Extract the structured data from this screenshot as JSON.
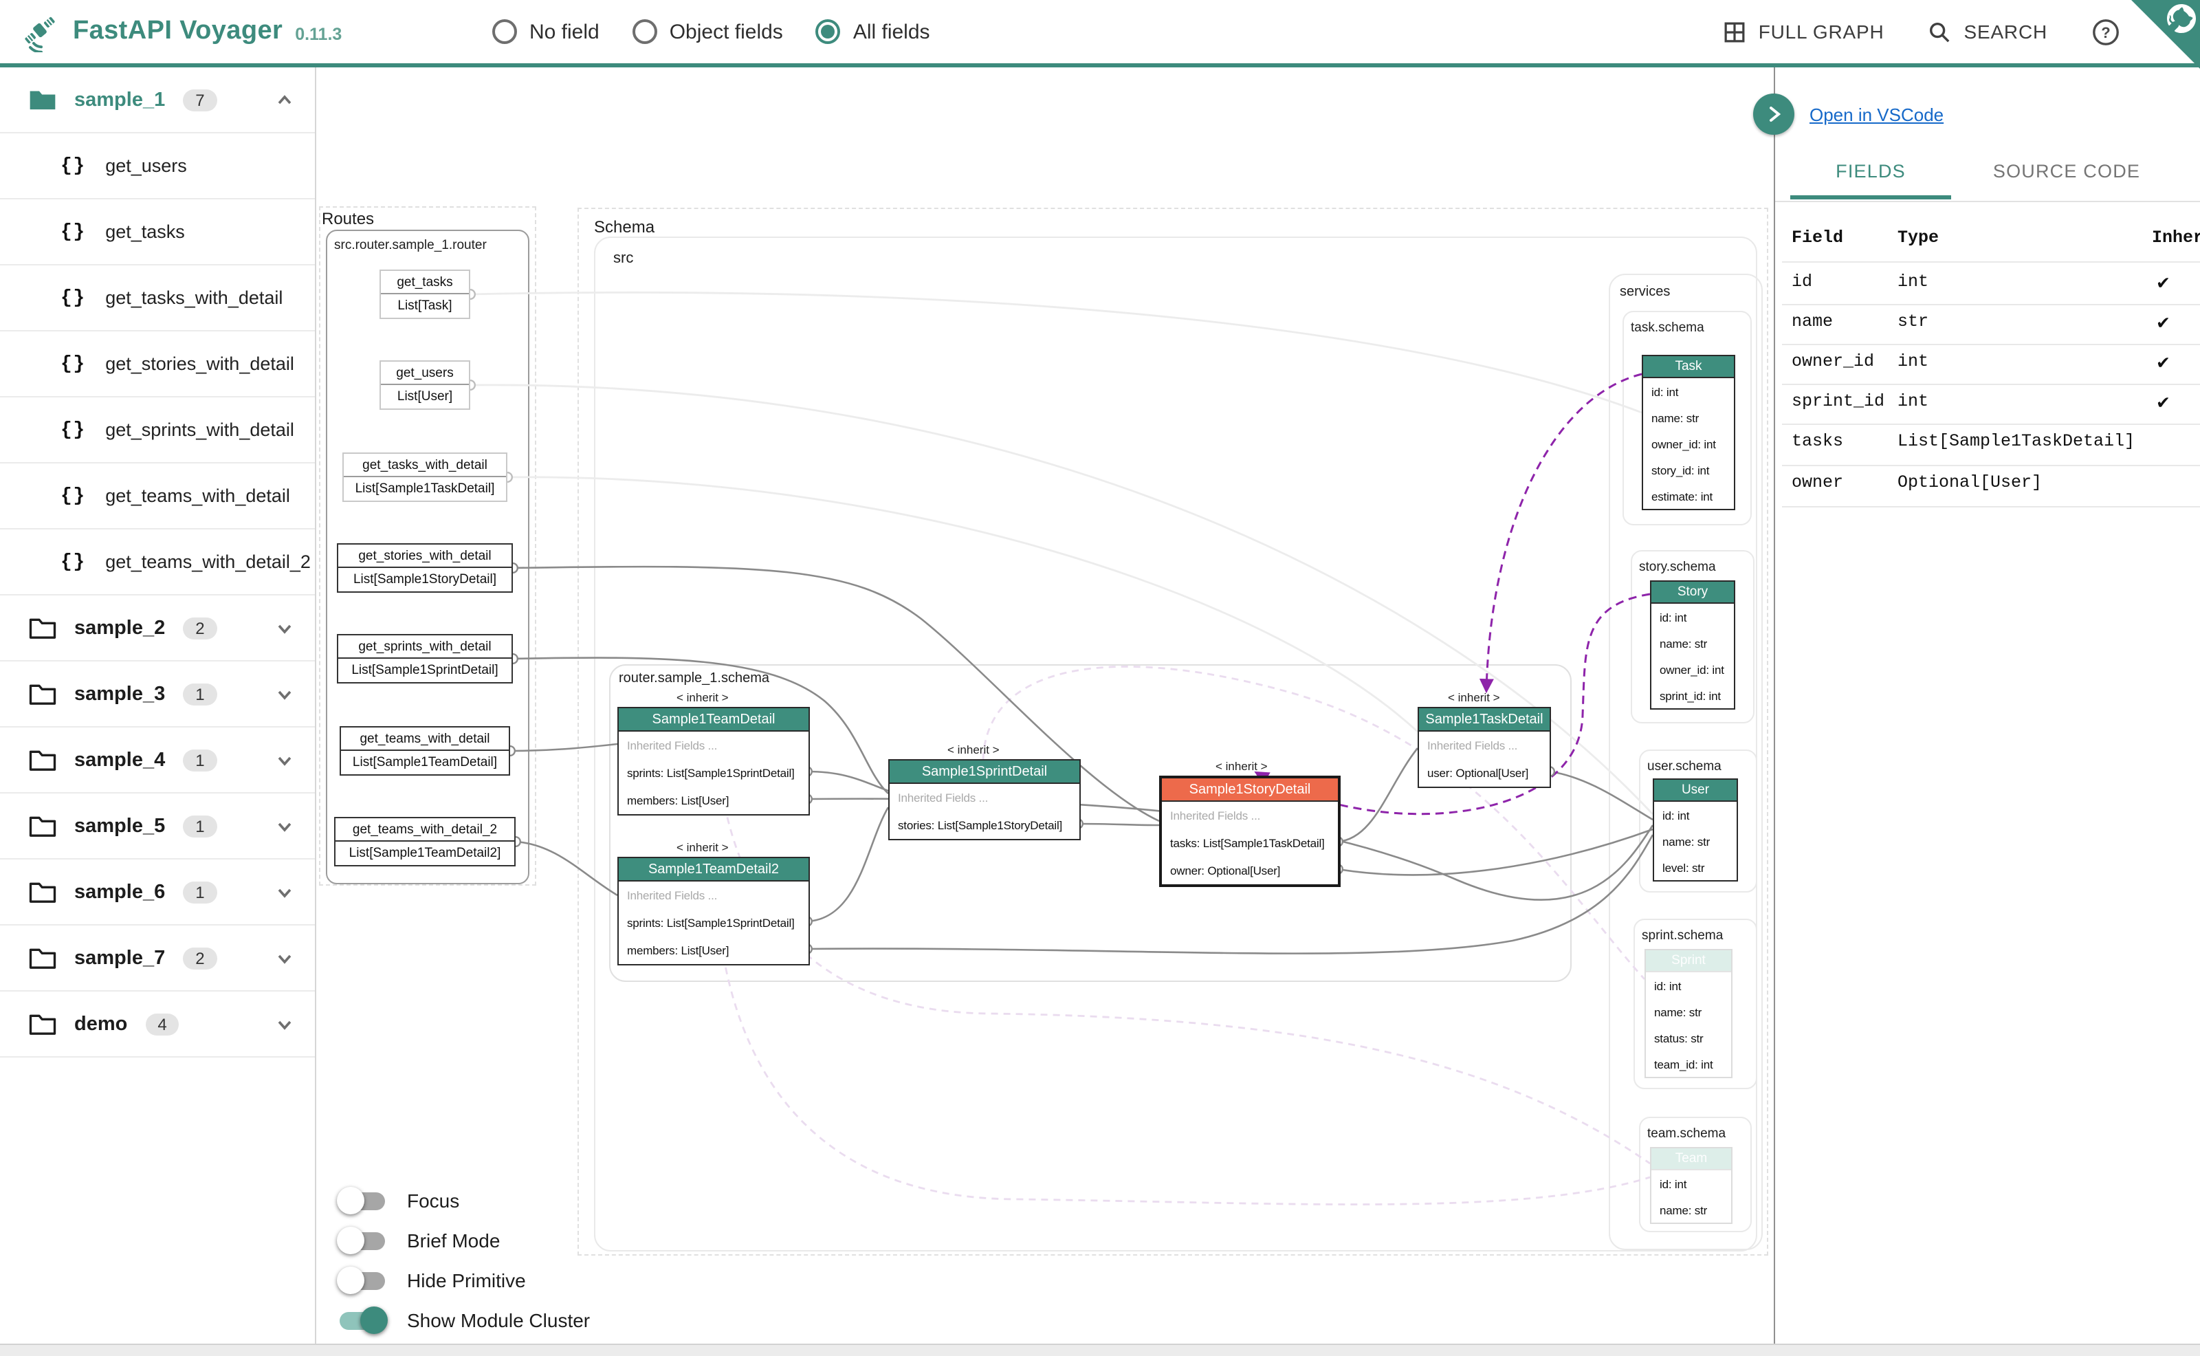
{
  "header": {
    "app_title": "FastAPI Voyager",
    "version": "0.11.3",
    "field_modes": [
      {
        "label": "No field",
        "selected": false
      },
      {
        "label": "Object fields",
        "selected": false
      },
      {
        "label": "All fields",
        "selected": true
      }
    ],
    "full_graph_label": "FULL GRAPH",
    "search_label": "SEARCH"
  },
  "sidebar": {
    "groups": [
      {
        "name": "sample_1",
        "count": "7",
        "expanded": true,
        "routes": [
          "get_users",
          "get_tasks",
          "get_tasks_with_detail",
          "get_stories_with_detail",
          "get_sprints_with_detail",
          "get_teams_with_detail",
          "get_teams_with_detail_2"
        ]
      },
      {
        "name": "sample_2",
        "count": "2"
      },
      {
        "name": "sample_3",
        "count": "1"
      },
      {
        "name": "sample_4",
        "count": "1"
      },
      {
        "name": "sample_5",
        "count": "1"
      },
      {
        "name": "sample_6",
        "count": "1"
      },
      {
        "name": "sample_7",
        "count": "2"
      },
      {
        "name": "demo",
        "count": "4"
      }
    ]
  },
  "graph": {
    "clusters": {
      "routes": "Routes",
      "router_module": "src.router.sample_1.router",
      "schema": "Schema",
      "src": "src",
      "router_schema": "router.sample_1.schema",
      "services": "services",
      "task_schema": "task.schema",
      "story_schema": "story.schema",
      "user_schema": "user.schema",
      "sprint_schema": "sprint.schema",
      "team_schema": "team.schema"
    },
    "inherit_label": "< inherit >",
    "routes": [
      {
        "name": "get_tasks",
        "response": "List[Task]"
      },
      {
        "name": "get_users",
        "response": "List[User]"
      },
      {
        "name": "get_tasks_with_detail",
        "response": "List[Sample1TaskDetail]"
      },
      {
        "name": "get_stories_with_detail",
        "response": "List[Sample1StoryDetail]"
      },
      {
        "name": "get_sprints_with_detail",
        "response": "List[Sample1SprintDetail]"
      },
      {
        "name": "get_teams_with_detail",
        "response": "List[Sample1TeamDetail]"
      },
      {
        "name": "get_teams_with_detail_2",
        "response": "List[Sample1TeamDetail2]"
      }
    ],
    "models": {
      "team_detail": {
        "title": "Sample1TeamDetail",
        "fields": [
          "Inherited Fields ...",
          "sprints: List[Sample1SprintDetail]",
          "members: List[User]"
        ]
      },
      "team_detail2": {
        "title": "Sample1TeamDetail2",
        "fields": [
          "Inherited Fields ...",
          "sprints: List[Sample1SprintDetail]",
          "members: List[User]"
        ]
      },
      "sprint_detail": {
        "title": "Sample1SprintDetail",
        "fields": [
          "Inherited Fields ...",
          "stories: List[Sample1StoryDetail]"
        ]
      },
      "story_detail": {
        "title": "Sample1StoryDetail",
        "fields": [
          "Inherited Fields ...",
          "tasks: List[Sample1TaskDetail]",
          "owner: Optional[User]"
        ]
      },
      "task_detail": {
        "title": "Sample1TaskDetail",
        "fields": [
          "Inherited Fields ...",
          "user: Optional[User]"
        ]
      },
      "task": {
        "title": "Task",
        "fields": [
          "id: int",
          "name: str",
          "owner_id: int",
          "story_id: int",
          "estimate: int"
        ]
      },
      "story": {
        "title": "Story",
        "fields": [
          "id: int",
          "name: str",
          "owner_id: int",
          "sprint_id: int"
        ]
      },
      "user": {
        "title": "User",
        "fields": [
          "id: int",
          "name: str",
          "level: str"
        ]
      },
      "sprint": {
        "title": "Sprint",
        "fields": [
          "id: int",
          "name: str",
          "status: str",
          "team_id: int"
        ]
      },
      "team": {
        "title": "Team",
        "fields": [
          "id: int",
          "name: str"
        ]
      }
    },
    "toggles": [
      {
        "label": "Focus",
        "on": false
      },
      {
        "label": "Brief Mode",
        "on": false
      },
      {
        "label": "Hide Primitive",
        "on": false
      },
      {
        "label": "Show Module Cluster",
        "on": true
      }
    ]
  },
  "panel": {
    "open_link": "Open in VSCode",
    "tabs": [
      {
        "label": "FIELDS",
        "active": true
      },
      {
        "label": "SOURCE CODE",
        "active": false
      }
    ],
    "table": {
      "headers": [
        "Field",
        "Type",
        "Inherited"
      ],
      "rows": [
        {
          "field": "id",
          "type": "int",
          "inherited": "✔"
        },
        {
          "field": "name",
          "type": "str",
          "inherited": "✔"
        },
        {
          "field": "owner_id",
          "type": "int",
          "inherited": "✔"
        },
        {
          "field": "sprint_id",
          "type": "int",
          "inherited": "✔"
        },
        {
          "field": "tasks",
          "type": "List[Sample1TaskDetail]",
          "inherited": ""
        },
        {
          "field": "owner",
          "type": "Optional[User]",
          "inherited": ""
        }
      ]
    }
  },
  "colors": {
    "brand_teal": "#3d8b7d",
    "node_header_teal": "#3e8e7e",
    "selected_orange": "#ed6a4b",
    "link_blue": "#1669c9",
    "inherit_purple": "#8e24aa",
    "faded_header": "#ddeee9"
  }
}
